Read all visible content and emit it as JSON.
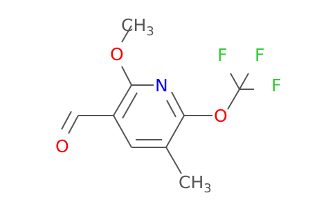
{
  "molecule": {
    "atoms": {
      "n1": "N",
      "o_methoxy": "O",
      "ch3_methoxy": "CH",
      "ch3_methoxy_sub": "3",
      "o_trifluoromethoxy": "O",
      "f1": "F",
      "f2": "F",
      "f3": "F",
      "o_aldehyde": "O",
      "ch3_methyl": "CH",
      "ch3_methyl_sub": "3"
    },
    "colors": {
      "bond": "#555555",
      "nitrogen": "#0000ff",
      "oxygen": "#ff0000",
      "fluorine": "#33cc33",
      "carbon_label": "#555555"
    }
  }
}
